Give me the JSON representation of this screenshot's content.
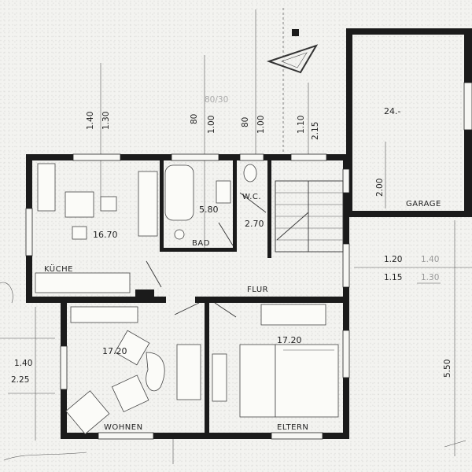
{
  "rooms": {
    "kitchen": {
      "name": "KÜCHE",
      "area": "16.70"
    },
    "bath": {
      "name": "BAD",
      "area": "5.80"
    },
    "wc": {
      "name": "W.C.",
      "area": "2.70"
    },
    "hall": {
      "name": "FLUR"
    },
    "living": {
      "name": "WOHNEN",
      "area": "17.20"
    },
    "parents": {
      "name": "ELTERN",
      "area": "17.20"
    },
    "garage": {
      "name": "GARAGE",
      "area": "24.-"
    }
  },
  "dimensions": {
    "d1": "1.40",
    "d2": "1.30",
    "d3": "80",
    "d4": "1.00",
    "d5": "80/30",
    "d6": "80",
    "d7": "1.00",
    "d8": "1.10",
    "d9": "2.15",
    "d10": "2.00",
    "d11": "1.20",
    "d12": "1.40",
    "d13": "1.15",
    "d14": "1.30",
    "d15": "5.50",
    "d16": "1.40",
    "d17": "2.25"
  }
}
